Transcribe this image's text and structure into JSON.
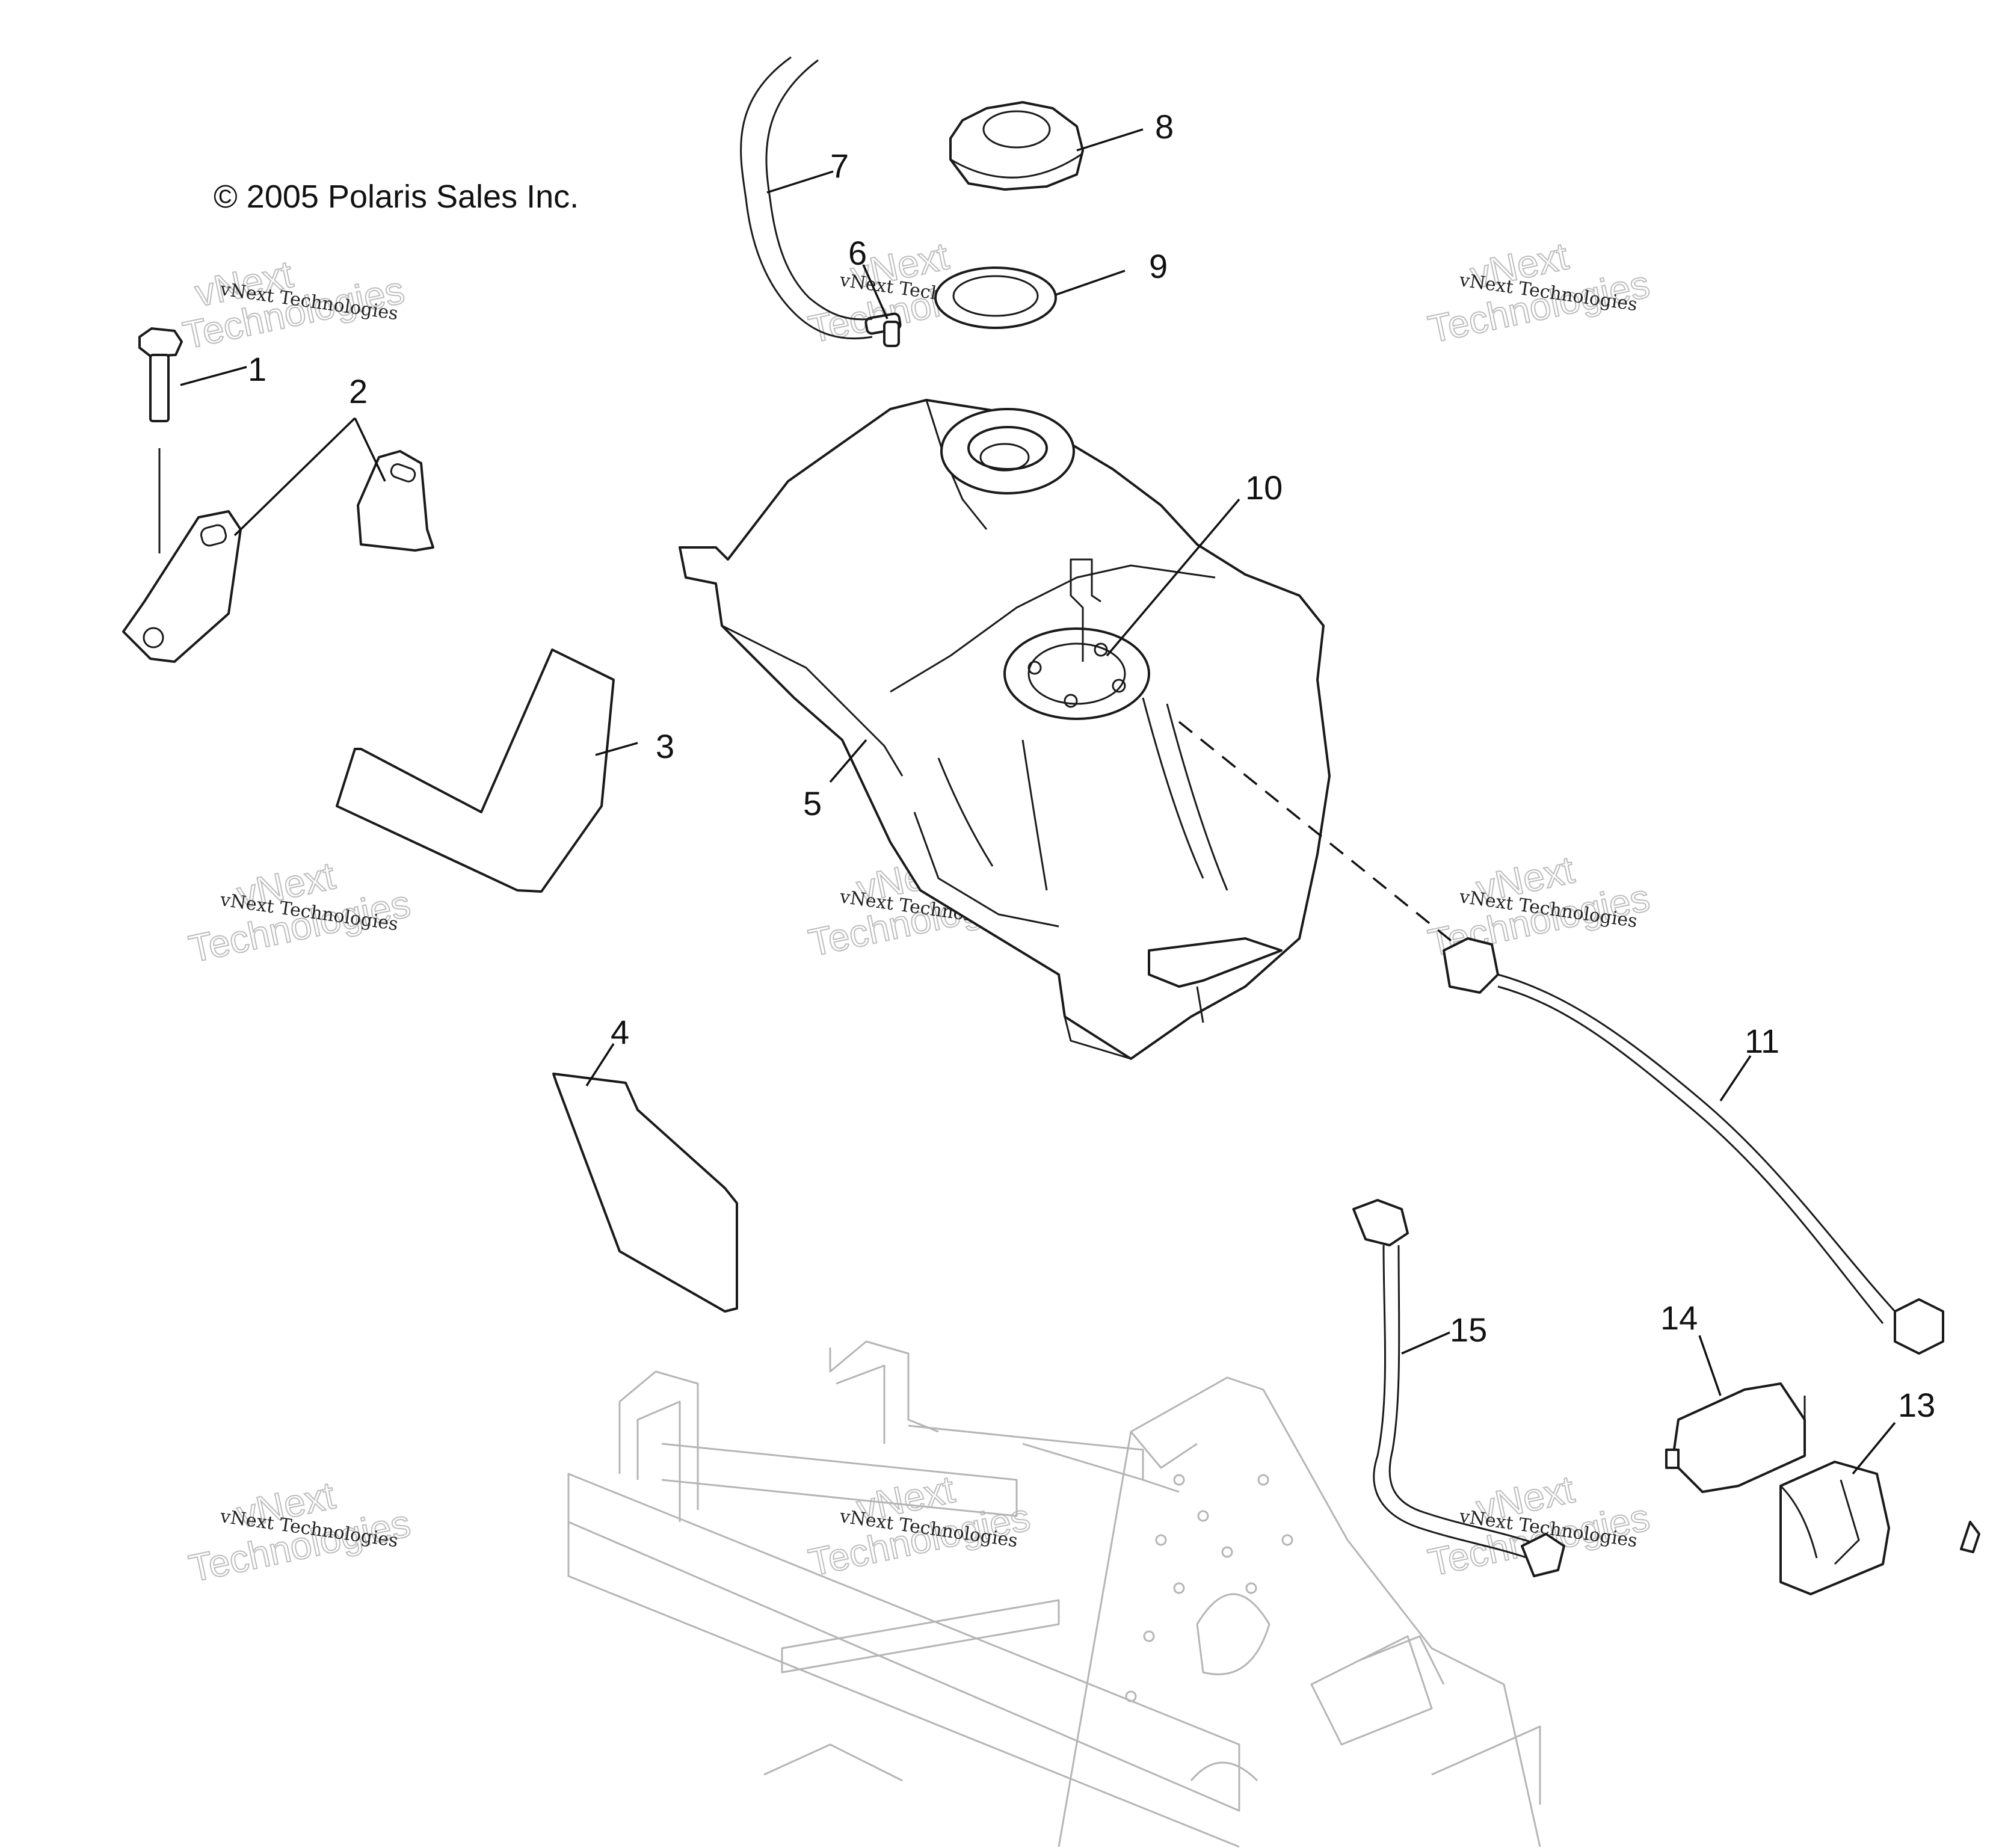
{
  "copyright": "© 2005 Polaris Sales Inc.",
  "watermark": {
    "small": "vNext Technologies",
    "big_line1": "vNext",
    "big_line2": "Technologies"
  },
  "callouts": [
    "1",
    "2",
    "3",
    "4",
    "5",
    "6",
    "7",
    "8",
    "9",
    "10",
    "11",
    "13",
    "14",
    "15"
  ],
  "colors": {
    "line": "#1a1a1a",
    "frame": "#b5b5b5",
    "background": "#ffffff"
  }
}
